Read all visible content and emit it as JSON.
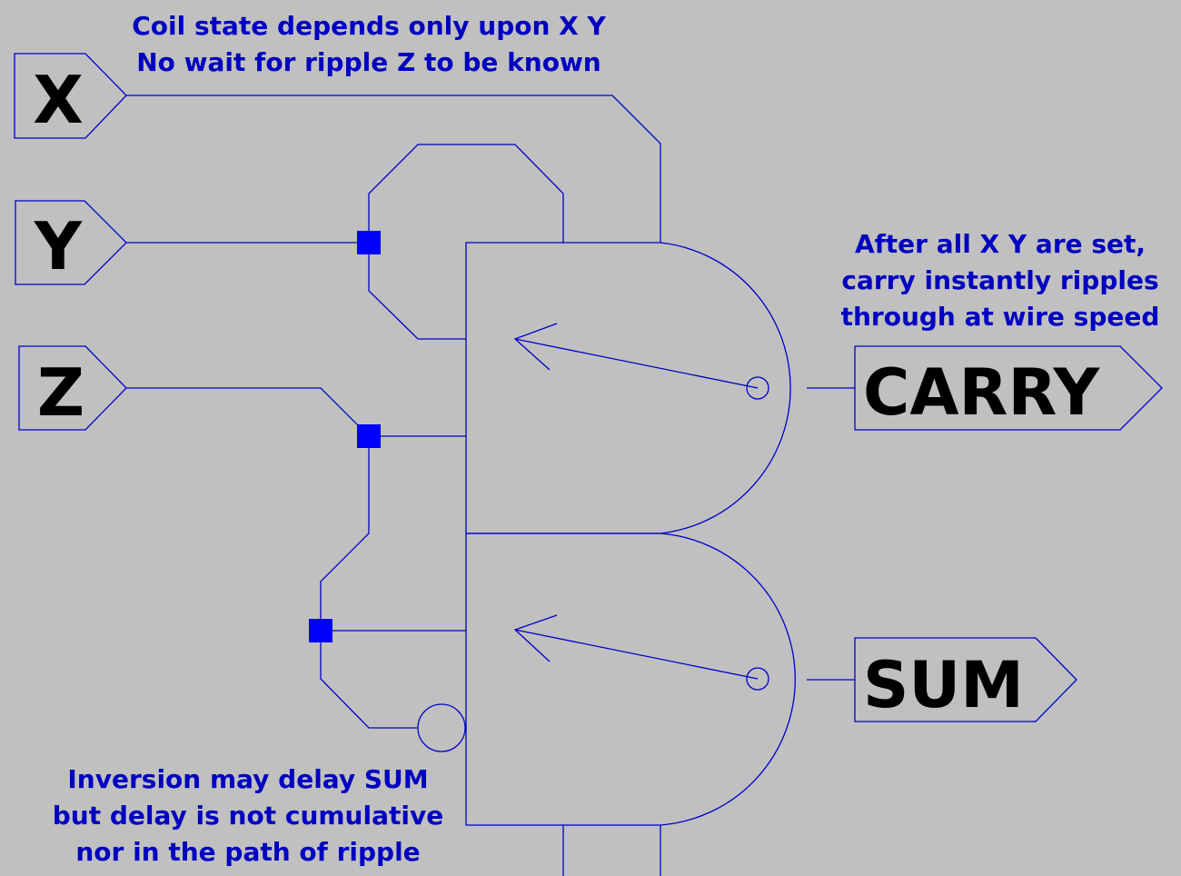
{
  "colors": {
    "background": "#c0c0c0",
    "wire": "#0000c8",
    "junction": "#0000ff",
    "annotation_text": "#0000c0",
    "port_text": "#000000"
  },
  "ports": {
    "x": "X",
    "y": "Y",
    "z": "Z",
    "carry": "CARRY",
    "sum": "SUM"
  },
  "notes": {
    "top": [
      "Coil state depends only upon X Y",
      "No wait for ripple Z to be known"
    ],
    "right": [
      "After all X Y are set,",
      "carry instantly ripples",
      "through at wire speed"
    ],
    "bottom": [
      "Inversion may delay SUM",
      "but delay is not cumulative",
      "nor in the path of ripple"
    ]
  }
}
